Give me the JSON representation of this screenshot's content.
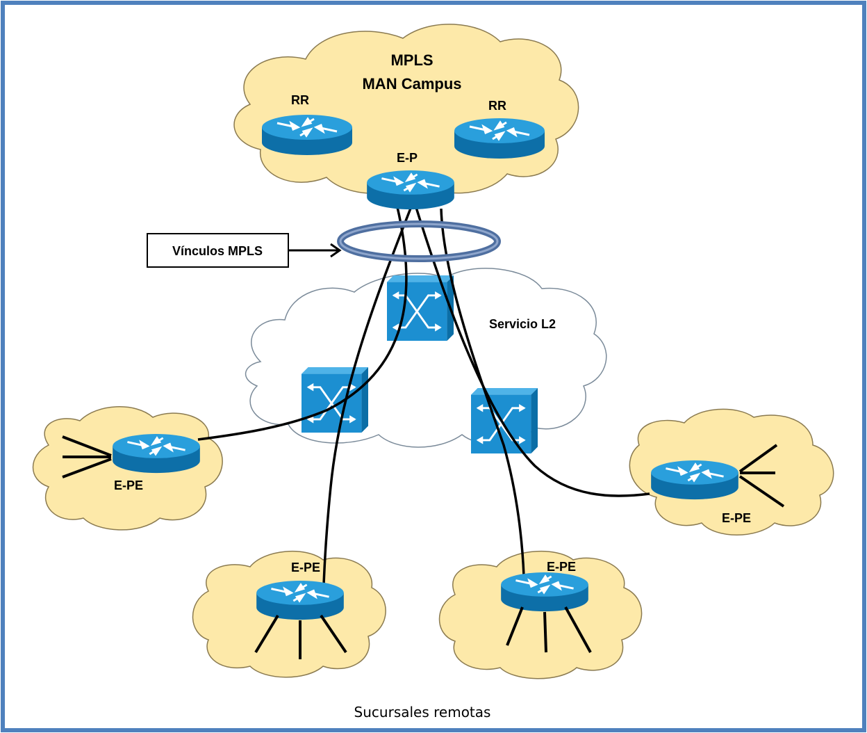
{
  "diagram": {
    "campus_cloud_title_line1": "MPLS",
    "campus_cloud_title_line2": "MAN Campus",
    "rr_left_label": "RR",
    "rr_right_label": "RR",
    "ep_label": "E-P",
    "mpls_links_label": "Vínculos MPLS",
    "l2_service_label": "Servicio L2",
    "epe_left_label": "E-PE",
    "epe_right_label": "E-PE",
    "epe_bottom_left_label": "E-PE",
    "epe_bottom_right_label": "E-PE",
    "caption": "Sucursales remotas"
  },
  "colors": {
    "frame_border": "#4f81bd",
    "cloud_fill": "#fde9a9",
    "l2_cloud_fill": "#ffffff",
    "device_blue": "#1c8fd1",
    "ring_color": "#4f6fa0"
  },
  "icons": {
    "router": "router-icon",
    "switch": "switch-icon"
  }
}
